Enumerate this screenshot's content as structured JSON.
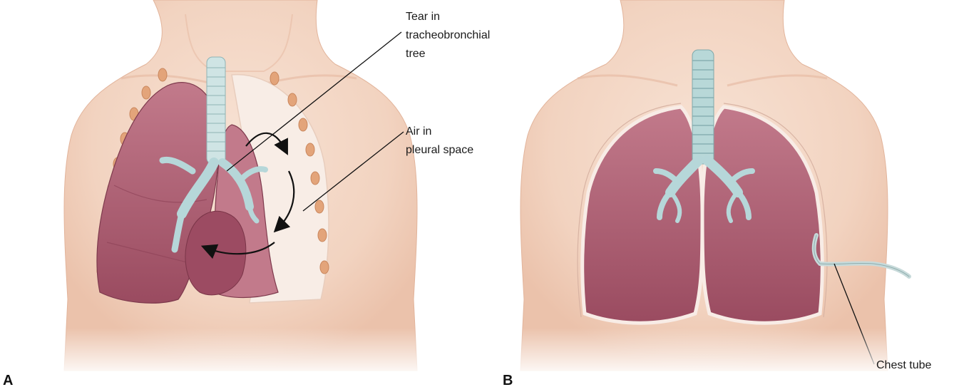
{
  "panels": {
    "a": {
      "letter": "A",
      "labels": {
        "tear": [
          "Tear in",
          "tracheobronchial",
          "tree"
        ],
        "air": [
          "Air in",
          "pleural space"
        ]
      }
    },
    "b": {
      "letter": "B",
      "labels": {
        "tube": "Chest tube"
      }
    }
  },
  "colors": {
    "skin": "#f3d6c4",
    "skin_shadow": "#e7bca5",
    "lung": "#a85a6c",
    "lung_light": "#c98392",
    "lung_dark": "#8e4358",
    "airway": "#b6d7d9",
    "pleural_air": "#f7ece5",
    "rib_node": "#e3a47a"
  }
}
